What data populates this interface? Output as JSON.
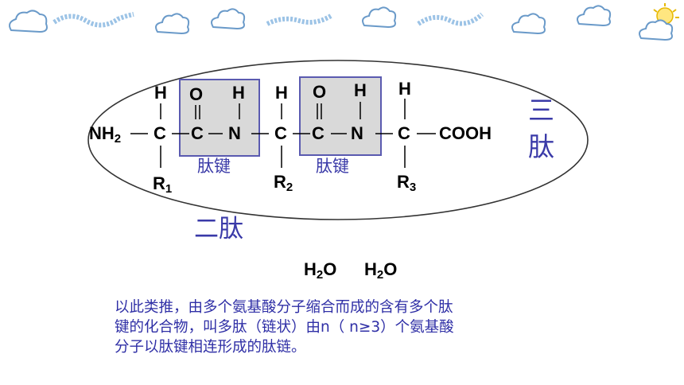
{
  "header_decor": [
    "cloud-icon",
    "wave-icon",
    "cloud-icon",
    "cloud-icon",
    "wave-icon",
    "cloud-icon",
    "wave-icon",
    "cloud-icon",
    "cloud-icon",
    "sun-cloud-icon"
  ],
  "molecule": {
    "H": "H",
    "O": "O",
    "C": "C",
    "N": "N",
    "NH2_main": "NH",
    "NH2_sub": "2",
    "R_main": "R",
    "R1_sub": "1",
    "R2_sub": "2",
    "R3_sub": "3",
    "COOH": "COOH",
    "bond_dash": "—"
  },
  "labels": {
    "peptide_bond": "肽键",
    "tripeptide_1": "三",
    "tripeptide_2": "肽",
    "dipeptide": "二肽"
  },
  "water": {
    "H": "H",
    "sub": "2",
    "O": "O"
  },
  "paragraph": {
    "line1": "以此类推，由多个氨基酸分子缩合而成的含有多个肽",
    "line2": "键的化合物，叫多肽（链状）由n（ n≥3）个氨基酸",
    "line3": "分子以肽键相连形成的肽链。"
  },
  "colors": {
    "box_fill": "#d9d9d9",
    "box_border": "#5a5ab0",
    "label_text": "#3a3aa8",
    "paragraph_text": "#2f2fa6"
  }
}
